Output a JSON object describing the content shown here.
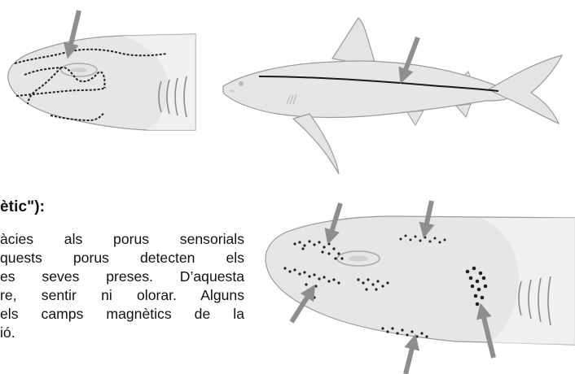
{
  "heading": "ètic\"):",
  "paragraph_lines": [
    "àcies als porus sensorials",
    "quests porus detecten els",
    "es seves preses. D’aquesta",
    "re, sentir ni olorar. Alguns",
    "els camps magnètics de la",
    "ió."
  ],
  "colors": {
    "shark_fill": "#e4e4e4",
    "outline": "#9a9a9a",
    "arrow": "#8e8e8e",
    "ink": "#111111"
  },
  "figures": [
    {
      "name": "shark-head-lateral-line-figure",
      "arrow_count": 1
    },
    {
      "name": "shark-full-body-lateral-line-figure",
      "arrow_count": 1
    },
    {
      "name": "shark-head-ampullae-figure",
      "arrow_count": 5
    }
  ]
}
